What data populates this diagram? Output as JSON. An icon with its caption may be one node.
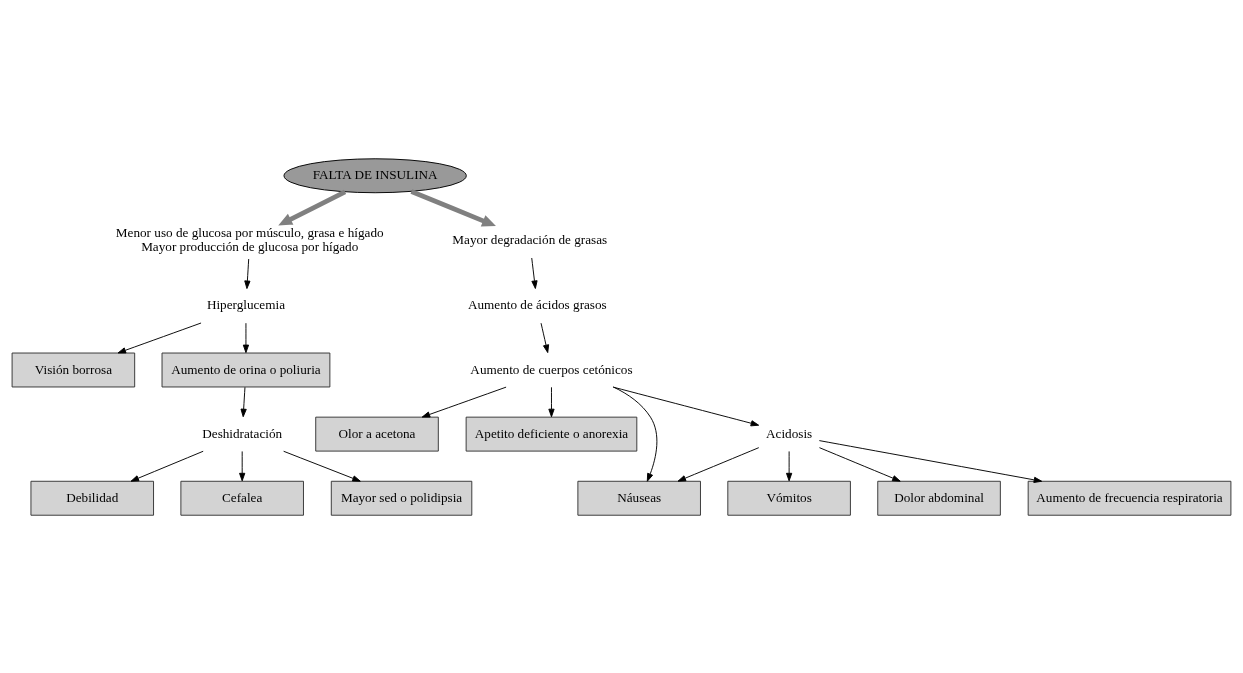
{
  "diagram": {
    "nodes": [
      {
        "text": [
          "FALTA DE INSULINA"
        ]
      },
      {
        "text": [
          "Menor uso de glucosa por músculo, grasa e hígado",
          "Mayor producción de glucosa por hígado"
        ]
      },
      {
        "text": [
          "Hiperglucemia"
        ]
      },
      {
        "text": [
          "Visión borrosa"
        ]
      },
      {
        "text": [
          "Aumento de orina o poliuria"
        ]
      },
      {
        "text": [
          "Debilidad"
        ]
      },
      {
        "text": [
          "Deshidratación"
        ]
      },
      {
        "text": [
          "Cefalea"
        ]
      },
      {
        "text": [
          "Mayor sed o polidipsia"
        ]
      },
      {
        "text": [
          "Olor a acetona"
        ]
      },
      {
        "text": [
          "Apetito deficiente o anorexia"
        ]
      },
      {
        "text": [
          "Náuseas"
        ]
      },
      {
        "text": [
          "Vómitos"
        ]
      },
      {
        "text": [
          "Dolor abdominal"
        ]
      },
      {
        "text": [
          "Mayor degradación de grasas"
        ]
      },
      {
        "text": [
          "Aumento de ácidos grasos"
        ]
      },
      {
        "text": [
          "Aumento de cuerpos cetónicos"
        ]
      },
      {
        "text": [
          "Acidosis"
        ]
      },
      {
        "text": [
          "Aumento de frecuencia respiratoria"
        ]
      }
    ],
    "edges": [
      {
        "from": 0,
        "to": 1,
        "arrow": "to",
        "style": "thick",
        "color": "#808080"
      },
      {
        "from": 0,
        "to": 14,
        "arrow": "to",
        "style": "thick",
        "color": "#808080"
      },
      {
        "from": 1,
        "to": 2,
        "arrow": "to"
      },
      {
        "from": 2,
        "to": 3,
        "arrow": "to"
      },
      {
        "from": 2,
        "to": 4,
        "arrow": "to"
      },
      {
        "from": 4,
        "to": 6,
        "arrow": "to"
      },
      {
        "from": 6,
        "to": 5,
        "arrow": "to"
      },
      {
        "from": 6,
        "to": 7,
        "arrow": "to"
      },
      {
        "from": 6,
        "to": 8,
        "arrow": "to"
      },
      {
        "from": 14,
        "to": 15,
        "arrow": "to"
      },
      {
        "from": 15,
        "to": 16,
        "arrow": "to"
      },
      {
        "from": 16,
        "to": 17,
        "arrow": "to"
      },
      {
        "from": 17,
        "to": 18,
        "arrow": "to"
      },
      {
        "from": 16,
        "to": 9,
        "arrow": "to"
      },
      {
        "from": 16,
        "to": 10,
        "arrow": "to"
      },
      {
        "from": 16,
        "to": 11,
        "arrow": "to"
      },
      {
        "from": 17,
        "to": 11,
        "arrow": "to"
      },
      {
        "from": 17,
        "to": 12,
        "arrow": "to"
      },
      {
        "from": 17,
        "to": 13,
        "arrow": "to"
      }
    ]
  }
}
